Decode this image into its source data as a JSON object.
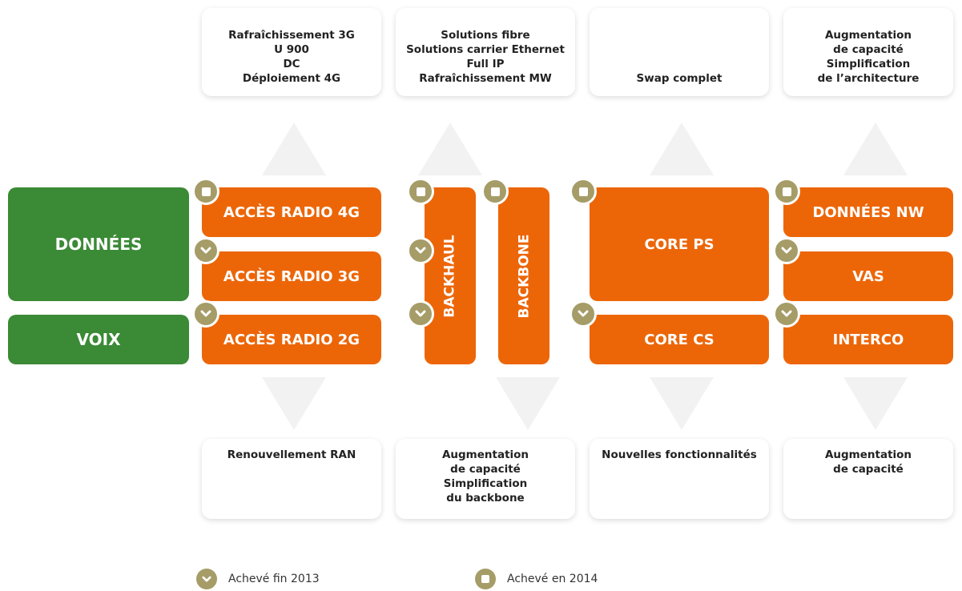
{
  "top_cards": [
    {
      "lines": [
        "Rafraîchissement 3G",
        "U 900",
        "DC",
        "Déploiement 4G"
      ]
    },
    {
      "lines": [
        "Solutions fibre",
        "Solutions carrier Ethernet",
        "Full IP",
        "Rafraîchissement MW"
      ]
    },
    {
      "lines": [
        "Swap complet"
      ]
    },
    {
      "lines": [
        "Augmentation",
        "de capacité",
        "Simplification",
        "de l’architecture"
      ]
    }
  ],
  "bottom_cards": [
    {
      "lines": [
        "Renouvellement RAN"
      ]
    },
    {
      "lines": [
        "Augmentation",
        "de capacité",
        "Simplification",
        "du backbone"
      ]
    },
    {
      "lines": [
        "Nouvelles fonctionnalités"
      ]
    },
    {
      "lines": [
        "Augmentation",
        "de capacité"
      ]
    }
  ],
  "services": {
    "data": "DONNÉES",
    "voice": "VOIX"
  },
  "radio": {
    "r4g": "ACCÈS RADIO 4G",
    "r3g": "ACCÈS RADIO 3G",
    "r2g": "ACCÈS RADIO 2G"
  },
  "transport": {
    "backhaul": "BACKHAUL",
    "backbone": "BACKBONE"
  },
  "core": {
    "ps": "CORE PS",
    "cs": "CORE CS"
  },
  "network": {
    "data_nw": "DONNÉES NW",
    "vas": "VAS",
    "interco": "INTERCO"
  },
  "status": {
    "acc_4g": "square",
    "acc_3g": "check",
    "acc_2g": "check",
    "backhaul_top": "square",
    "backhaul_mid": "check",
    "backhaul_low": "check",
    "backbone": "square",
    "core_ps": "square",
    "core_cs": "check",
    "data_nw": "square",
    "vas": "check",
    "interco": "check"
  },
  "legend": {
    "done_2013": "Achevé fin 2013",
    "done_2014": "Achevé en 2014"
  },
  "colors": {
    "green": "#3b8a36",
    "orange": "#ec6608",
    "marker": "#a59c68",
    "triangle": "#f2f2f2"
  }
}
